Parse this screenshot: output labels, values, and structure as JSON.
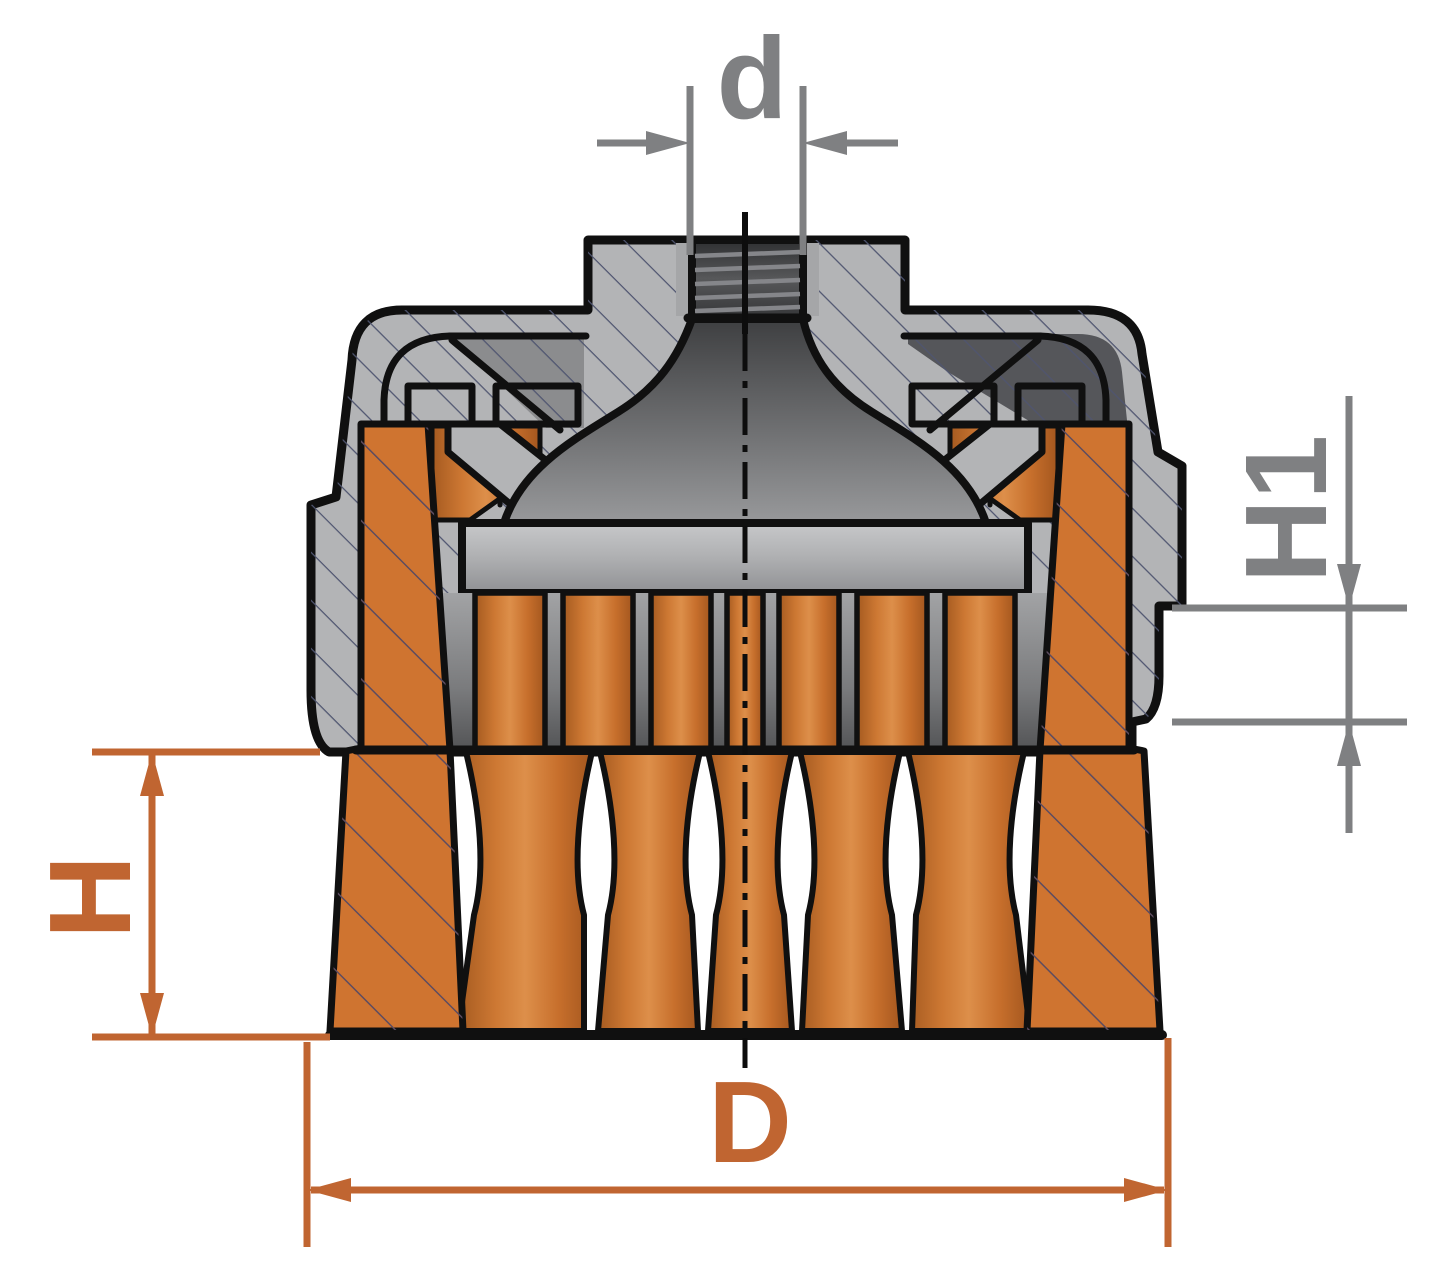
{
  "drawing": {
    "kind": "sectional technical drawing",
    "dimension_labels": {
      "top": {
        "label": "d"
      },
      "right": {
        "label": "H1"
      },
      "left": {
        "label": "H"
      },
      "bottom": {
        "label": "D"
      }
    }
  },
  "colors": {
    "dimension_gray": "#7f8082",
    "dimension_orange": "#c06531",
    "steel_light": "#b3b4b6",
    "steel_dark": "#55565a",
    "wire_orange": "#cf7430",
    "outline_black": "#101010",
    "hatch_gray": "#4f5570",
    "hatch_orange": "#5d4c60",
    "thread_dark": "#3a3b3d",
    "background": "#ffffff"
  }
}
